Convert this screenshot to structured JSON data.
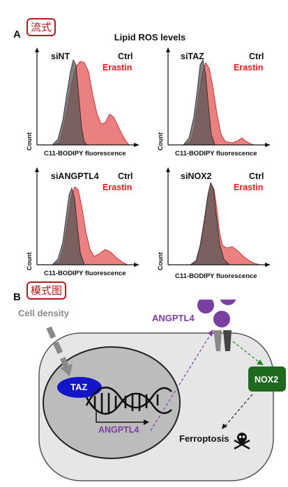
{
  "panel_a": {
    "letter": "A",
    "tag": "流式",
    "title": "Lipid ROS levels",
    "plots": [
      {
        "sample": "siNT",
        "ctrl": "Ctrl",
        "erastin": "Erastin",
        "xlabel": "C11-BODIPY fluorescence",
        "ylabel": "Count"
      },
      {
        "sample": "siTAZ",
        "ctrl": "Ctrl",
        "erastin": "Erastin",
        "xlabel": "C11-BODIPY fluorescence",
        "ylabel": "Count"
      },
      {
        "sample": "siANGPTL4",
        "ctrl": "Ctrl",
        "erastin": "Erastin",
        "xlabel": "C11-BODIPY fluorescence",
        "ylabel": "Count"
      },
      {
        "sample": "siNOX2",
        "ctrl": "Ctrl",
        "erastin": "Erastin",
        "xlabel": "C11-BODIPY fluorescence",
        "ylabel": "Count"
      }
    ]
  },
  "panel_b": {
    "letter": "B",
    "tag": "模式图",
    "cell_density": "Cell density",
    "taz": "TAZ",
    "angptl4_gene": "ANGPTL4",
    "angptl4_protein": "ANGPTL4",
    "nox2": "NOX2",
    "ferroptosis": "Ferroptosis",
    "colors": {
      "purple": "#7a3fa0",
      "green": "#1e6a1e",
      "taz_blue": "#1414c8",
      "cell_gray": "#e6e6e6",
      "nucleus_gray": "#bcbcbc"
    }
  }
}
